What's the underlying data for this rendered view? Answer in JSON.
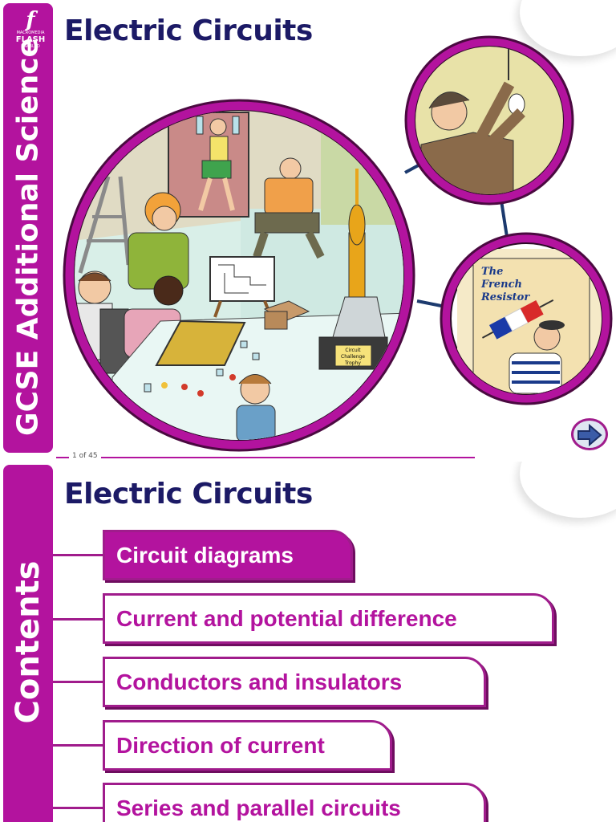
{
  "slide1": {
    "badge": {
      "top": "MACROMEDIA",
      "word": "FLASH",
      "bottom": "ENABLED"
    },
    "side_title": "GCSE Additional Science",
    "title": "Electric Circuits",
    "page_number": "1 of 45",
    "poster_text_1": "The",
    "poster_text_2": "French",
    "poster_text_3": "Resistor",
    "trophy_text_1": "Circuit",
    "trophy_text_2": "Challenge",
    "trophy_text_3": "Trophy",
    "next_icon": "arrow-right-icon"
  },
  "slide2": {
    "side_title": "Contents",
    "title": "Electric Circuits",
    "menu": [
      {
        "label": "Circuit diagrams",
        "active": true
      },
      {
        "label": "Current and potential difference",
        "active": false
      },
      {
        "label": "Conductors and insulators",
        "active": false
      },
      {
        "label": "Direction of current",
        "active": false
      },
      {
        "label": "Series and parallel circuits",
        "active": false
      }
    ]
  },
  "colors": {
    "accent": "#b3139e",
    "title": "#1c1a66",
    "border": "#a01c8c"
  }
}
